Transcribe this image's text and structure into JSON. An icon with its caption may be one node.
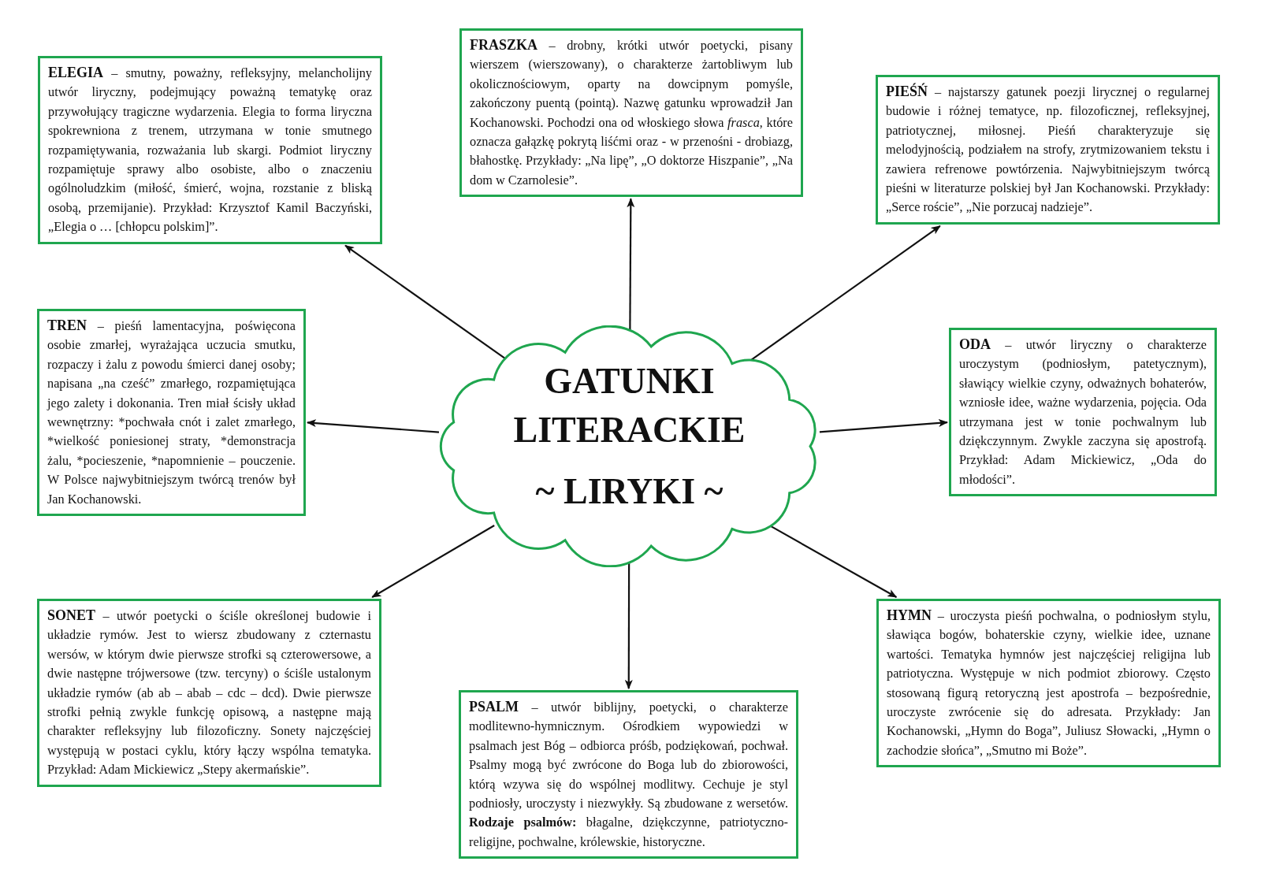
{
  "diagram": {
    "nodes": [
      {
        "text": [
          "ELEGIA",
          "– smutny, poważny, refleksyjny, melancholijny utwór liryczny, podejmujący poważną tematykę oraz przywołujący tragiczne wydarzenia. Elegia to forma liryczna spokrewniona z trenem, utrzymana w tonie smutnego rozpamiętywania, rozważania lub skargi. Podmiot liryczny rozpamiętuje sprawy albo osobiste, albo o znaczeniu ogólnoludzkim (miłość, śmierć, wojna, rozstanie z bliską osobą, przemijanie). Przykład: Krzysztof Kamil Baczyński, „Elegia o … [chłopcu polskim]”."
        ]
      },
      {
        "text": [
          "FRASZKA",
          "– drobny, krótki utwór poetycki, pisany wierszem (wierszowany), o charakterze żartobliwym lub okolicznościowym, oparty na dowcipnym pomyśle, zakończony puentą (pointą). Nazwę gatunku wprowadził Jan Kochanowski. Pochodzi ona od włoskiego słowa *frasca*, które oznacza gałązkę pokrytą liśćmi oraz - w przenośni - drobiazg, błahostkę. Przykłady: „Na lipę”, „O doktorze Hiszpanie”, „Na dom w Czarnolesie”."
        ]
      },
      {
        "text": [
          "PIEŚŃ",
          "– najstarszy gatunek poezji lirycznej o regularnej budowie i różnej tematyce, np. filozoficznej, refleksyjnej, patriotycznej, miłosnej. Pieśń charakteryzuje się melodyjnością, podziałem na strofy, zrytmizowaniem tekstu i zawiera refrenowe powtórzenia. Najwybitniejszym twórcą pieśni w literaturze polskiej był Jan Kochanowski. Przykłady: „Serce roście”, „Nie porzucaj nadzieje”."
        ]
      },
      {
        "text": [
          "TREN",
          "– pieśń lamentacyjna, poświęcona osobie zmarłej, wyrażająca uczucia smutku, rozpaczy i żalu z powodu śmierci danej osoby; napisana „na cześć” zmarłego, rozpamiętująca jego zalety i dokonania. Tren miał ścisły układ wewnętrzny: *pochwała cnót i zalet zmarłego, *wielkość poniesionej straty, *demonstracja żalu, *pocieszenie, *napomnienie – pouczenie. W Polsce najwybitniejszym twórcą trenów był Jan Kochanowski."
        ]
      },
      {
        "text": [
          "GATUNKI LITERACKIE",
          "~ LIRYKI ~"
        ]
      },
      {
        "text": [
          "ODA",
          "– utwór liryczny o charakterze uroczystym (podniosłym, patetycznym), sławiący wielkie czyny, odważnych bohaterów, wzniosłe idee, ważne wydarzenia, pojęcia. Oda utrzymana jest w tonie pochwalnym lub dziękczynnym. Zwykle zaczyna się apostrofą. Przykład: Adam Mickiewicz, „Oda do młodości”."
        ]
      },
      {
        "text": [
          "SONET",
          "– utwór poetycki o ściśle określonej budowie i układzie rymów. Jest to wiersz zbudowany z czternastu wersów, w którym dwie pierwsze strofki są czterowersowe, a dwie następne trójwersowe (tzw. tercyny) o ściśle ustalonym układzie rymów (ab ab – abab – cdc – dcd). Dwie pierwsze strofki pełnią zwykle funkcję opisową, a następne mają charakter refleksyjny lub filozoficzny. Sonety najczęściej występują w postaci cyklu, który łączy wspólna tematyka. Przykład: Adam Mickiewicz „Stepy akermańskie”."
        ]
      },
      {
        "text": [
          "PSALM",
          "– utwór biblijny, poetycki, o charakterze modlitewno-hymnicznym. Ośrodkiem wypowiedzi w psalmach jest Bóg – odbiorca próśb, podziękowań, pochwał. Psalmy mogą być zwrócone do Boga lub do zbiorowości, którą wzywa się do wspólnej modlitwy. Cechuje je styl podniosły, uroczysty i niezwykły. Są zbudowane z wersetów. **Rodzaje psalmów:** błagalne, dziękczynne, patriotyczno-religijne, pochwalne, królewskie, historyczne."
        ]
      },
      {
        "text": [
          "HYMN",
          "– uroczysta pieśń pochwalna, o podniosłym stylu, sławiąca bogów, bohaterskie czyny, wielkie idee, uznane wartości. Tematyka hymnów jest najczęściej religijna lub patriotyczna. Występuje w nich podmiot zbiorowy. Często stosowaną figurą retoryczną jest apostrofa – bezpośrednie, uroczyste zwrócenie się do adresata. Przykłady: Jan Kochanowski, „Hymn do Boga”, Juliusz Słowacki, „Hymn o zachodzie słońca”, „Smutno mi Boże”."
        ]
      }
    ],
    "edges": [
      {
        "from": 4,
        "to": 0,
        "arrow": "to"
      },
      {
        "from": 4,
        "to": 1,
        "arrow": "to"
      },
      {
        "from": 4,
        "to": 2,
        "arrow": "to"
      },
      {
        "from": 4,
        "to": 3,
        "arrow": "to"
      },
      {
        "from": 4,
        "to": 5,
        "arrow": "to"
      },
      {
        "from": 4,
        "to": 6,
        "arrow": "to"
      },
      {
        "from": 4,
        "to": 7,
        "arrow": "to"
      },
      {
        "from": 4,
        "to": 8,
        "arrow": "to"
      }
    ]
  }
}
